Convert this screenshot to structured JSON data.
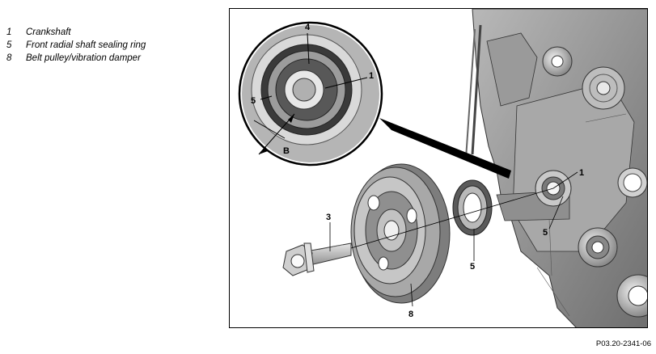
{
  "legend": [
    {
      "num": "1",
      "text": "Crankshaft"
    },
    {
      "num": "5",
      "text": "Front radial shaft sealing ring"
    },
    {
      "num": "8",
      "text": "Belt pulley/vibration damper"
    }
  ],
  "callouts": {
    "detail_4": "4",
    "detail_1": "1",
    "detail_5": "5",
    "detail_B": "B",
    "main_1": "1",
    "main_5a": "5",
    "main_5b": "5",
    "main_3": "3",
    "main_8": "8"
  },
  "reference": "P03.20-2341-06"
}
